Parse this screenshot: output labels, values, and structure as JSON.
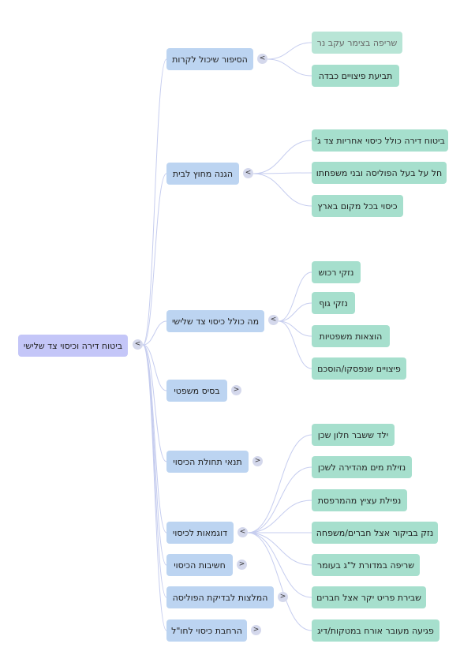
{
  "mindmap": {
    "root": {
      "label": "ביטוח דירה וכיסוי צד שלישי",
      "toggle": "<"
    },
    "branches": [
      {
        "label": "הסיפור שיכול לקרות",
        "toggle": "<",
        "children": [
          {
            "label": "שריפה בצימר עקב נר",
            "faded": true
          },
          {
            "label": "תביעת פיצויים כבדה"
          }
        ]
      },
      {
        "label": "הגנה מחוץ לבית",
        "toggle": "<",
        "children": [
          {
            "label": "ביטוח דירה כולל כיסוי אחריות צד ג'"
          },
          {
            "label": "חל על בעל הפוליסה ובני משפחתו"
          },
          {
            "label": "כיסוי בכל מקום בארץ"
          }
        ]
      },
      {
        "label": "מה כולל כיסוי צד שלישי",
        "toggle": "<",
        "children": [
          {
            "label": "נזקי רכוש"
          },
          {
            "label": "נזקי גוף"
          },
          {
            "label": "הוצאות משפטיות"
          },
          {
            "label": "פיצויים שנפסקו/הוסכם"
          }
        ]
      },
      {
        "label": "בסיס משפטי",
        "toggle": ">",
        "children": []
      },
      {
        "label": "תנאי תחולת הכיסוי",
        "toggle": ">",
        "children": []
      },
      {
        "label": "דוגמאות לכיסוי",
        "toggle": "<",
        "children": [
          {
            "label": "ילד ששבר חלון שכן"
          },
          {
            "label": "נזילת מים מהדירה לשכן"
          },
          {
            "label": "נפילת עציץ מהמרפסת"
          },
          {
            "label": "נזק בביקור אצל חברים/משפחה"
          },
          {
            "label": "שריפה במדורת ל\"ג בעומר"
          },
          {
            "label": "שבירת פריט יקר אצל חברים"
          },
          {
            "label": "פגיעה מעובר אורח במטקות/דיג"
          }
        ]
      },
      {
        "label": "חשיבות הכיסוי",
        "toggle": ">",
        "children": []
      },
      {
        "label": "המלצות לבדיקת הפוליסה",
        "toggle": ">",
        "children": []
      },
      {
        "label": "הרחבת כיסוי לחו\"ל",
        "toggle": ">",
        "children": []
      }
    ]
  },
  "colors": {
    "root": "#c4c6f8",
    "branch": "#bcd4f1",
    "leaf": "#a6dfcd",
    "edge": "#c6cdef"
  }
}
